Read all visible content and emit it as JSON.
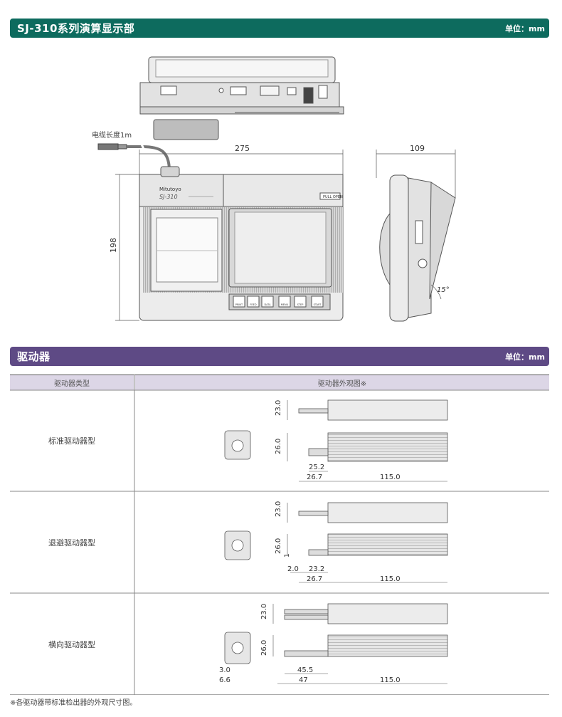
{
  "display_section": {
    "title": "SJ-310系列演算显示部",
    "unit": "单位：mm",
    "cable_label": "电缆长度1m",
    "width": "275",
    "height": "198",
    "depth": "109",
    "angle": "15°",
    "brand": "Mitutoyo",
    "model": "SJ-310",
    "push_open": "PULL OPEN",
    "buttons": [
      "PRINT",
      "FEED",
      "DATA",
      "MENU",
      "STEP",
      "START"
    ]
  },
  "drive_section": {
    "title": "驱动器",
    "unit": "单位：mm",
    "col_type": "驱动器类型",
    "col_view": "驱动器外观图※",
    "rows": [
      {
        "type": "标准驱动器型",
        "h_top": "23.0",
        "h_bot": "26.0",
        "d1": "25.2",
        "d2": "26.7",
        "len": "115.0"
      },
      {
        "type": "退避驱动器型",
        "h_top": "23.0",
        "h_bot": "26.0",
        "d0": "1",
        "d_small": "2.0",
        "d1": "23.2",
        "d2": "26.7",
        "len": "115.0"
      },
      {
        "type": "横向驱动器型",
        "h_top": "23.0",
        "h_bot": "26.0",
        "a1": "3.0",
        "a2": "6.6",
        "d1": "45.5",
        "d2": "47",
        "len": "115.0"
      }
    ]
  },
  "footnote": "※各驱动器带标准检出器的外观尺寸图。"
}
